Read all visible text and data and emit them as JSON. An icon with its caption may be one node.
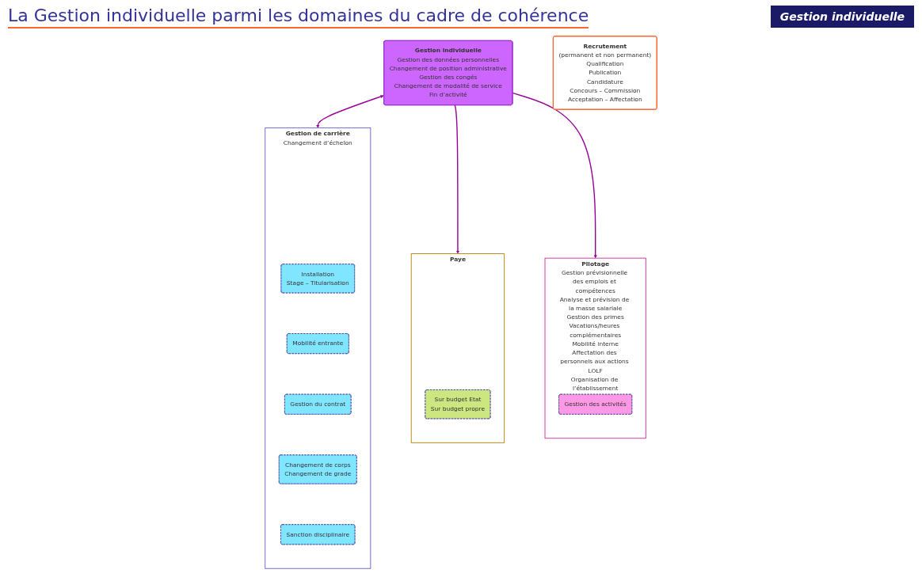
{
  "diagram": {
    "title": "La Gestion individuelle parmi les domaines du cadre de cohérence",
    "nodes": [
      {
        "text": [
          "Recrutement",
          "(permanent et non permanent)",
          "Qualification",
          "Publication",
          "Candidature",
          "Concours – Commission",
          "Acceptation – Affectation"
        ]
      },
      {
        "text": [
          "Gestion individuelle",
          "Gestion des données personnelles",
          "Changement de position administrative",
          "Gestion des congés",
          "Changement de modalité de service",
          "Fin d’activité"
        ]
      },
      {
        "text": [
          "Gestion de carrière",
          "Changement d’échelon"
        ]
      },
      {
        "text": [
          "Installation",
          "Stage – Titularisation"
        ],
        "in": 2
      },
      {
        "text": [
          "Mobilité entrante"
        ],
        "in": 2
      },
      {
        "text": [
          "Gestion du contrat"
        ],
        "in": 2
      },
      {
        "text": [
          "Changement de corps",
          "Changement de grade"
        ],
        "in": 2
      },
      {
        "text": [
          "Sanction disciplinaire"
        ],
        "in": 2
      },
      {
        "text": [
          "Paye"
        ]
      },
      {
        "text": [
          "Sur budget Etat",
          "Sur budget propre"
        ],
        "in": 8
      },
      {
        "text": [
          "Pilotage",
          "Gestion prévisionnelle des emplois et compétences",
          "Analyse et prévision de la masse salariale",
          "Gestion des primes",
          "Vacations/heures complémentaires",
          "Mobilité interne",
          "Affectation des personnels aux actions LOLF",
          "Organisation de l’établissement"
        ]
      },
      {
        "text": [
          "Gestion des activités"
        ],
        "in": 10
      }
    ],
    "edges": [
      {
        "from": 1,
        "to": 2,
        "arrow": "both"
      },
      {
        "from": 1,
        "to": 8,
        "arrow": "to"
      },
      {
        "from": 1,
        "to": 10,
        "arrow": "to"
      }
    ],
    "labels": [
      "Gestion individuelle"
    ]
  }
}
